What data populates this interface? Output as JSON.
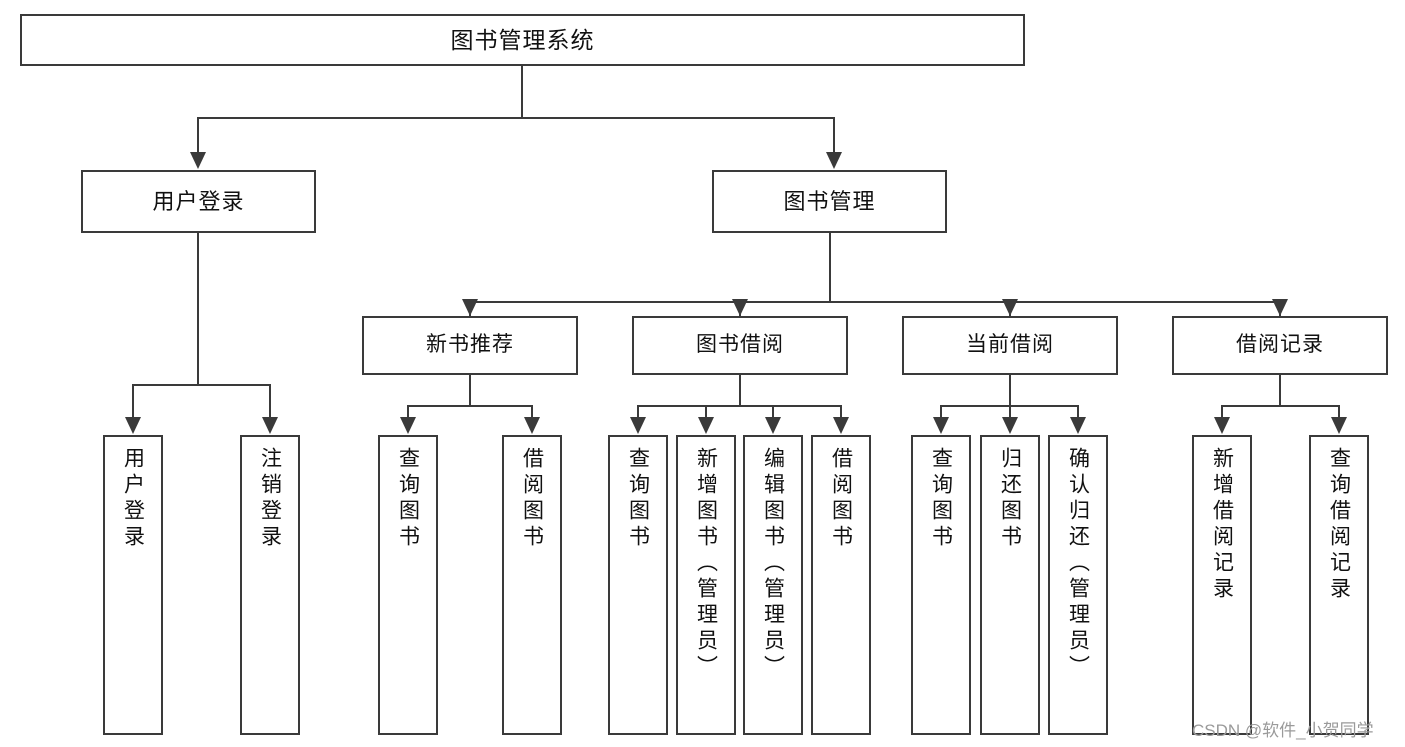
{
  "diagram": {
    "title": "图书管理系统",
    "type": "hierarchy-tree",
    "root": {
      "id": "root",
      "label": "图书管理系统"
    },
    "level2": [
      {
        "id": "user-login",
        "label": "用户登录"
      },
      {
        "id": "book-manage",
        "label": "图书管理"
      }
    ],
    "level3": [
      {
        "id": "new-book-recommend",
        "label": "新书推荐",
        "parent": "book-manage"
      },
      {
        "id": "book-borrow",
        "label": "图书借阅",
        "parent": "book-manage"
      },
      {
        "id": "current-borrow",
        "label": "当前借阅",
        "parent": "book-manage"
      },
      {
        "id": "borrow-record",
        "label": "借阅记录",
        "parent": "book-manage"
      }
    ],
    "leaves": {
      "user_login": [
        {
          "id": "leaf-user-login",
          "label": "用户登录"
        },
        {
          "id": "leaf-logout",
          "label": "注销登录"
        }
      ],
      "new_book_recommend": [
        {
          "id": "leaf-query-book-1",
          "label": "查询图书"
        },
        {
          "id": "leaf-borrow-book-1",
          "label": "借阅图书"
        }
      ],
      "book_borrow": [
        {
          "id": "leaf-query-book-2",
          "label": "查询图书"
        },
        {
          "id": "leaf-add-book",
          "label": "新增图书（管理员）"
        },
        {
          "id": "leaf-edit-book",
          "label": "编辑图书（管理员）"
        },
        {
          "id": "leaf-borrow-book-2",
          "label": "借阅图书"
        }
      ],
      "current_borrow": [
        {
          "id": "leaf-query-book-3",
          "label": "查询图书"
        },
        {
          "id": "leaf-return-book",
          "label": "归还图书"
        },
        {
          "id": "leaf-confirm-return",
          "label": "确认归还（管理员）"
        }
      ],
      "borrow_record": [
        {
          "id": "leaf-add-record",
          "label": "新增借阅记录"
        },
        {
          "id": "leaf-query-record",
          "label": "查询借阅记录"
        }
      ]
    }
  },
  "watermark": {
    "text": "CSDN @软件_小贺同学"
  },
  "colors": {
    "stroke": "#3a3a3a",
    "fill": "#ffffff",
    "text": "#111111",
    "watermark": "#9a9a9a"
  }
}
